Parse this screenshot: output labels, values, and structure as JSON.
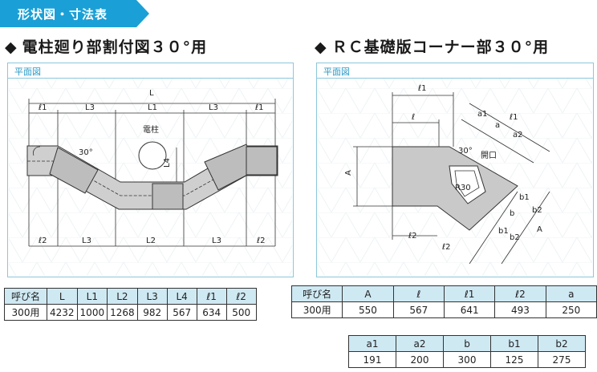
{
  "header": {
    "tag": "形状図・寸法表"
  },
  "left": {
    "title": "電柱廻り部割付図３０°用",
    "panel_label": "平面図",
    "labels": {
      "L": "L",
      "l1": "ℓ1",
      "L3": "L3",
      "L1": "L1",
      "pole": "電柱",
      "L4": "L4",
      "angle": "30°",
      "l2": "ℓ2",
      "L2": "L2"
    },
    "table": {
      "headers": [
        "呼び名",
        "L",
        "L1",
        "L2",
        "L3",
        "L4",
        "ℓ1",
        "ℓ2"
      ],
      "row": [
        "300用",
        "4232",
        "1000",
        "1268",
        "982",
        "567",
        "634",
        "500"
      ]
    }
  },
  "right": {
    "title": "ＲＣ基礎版コーナー部３０°用",
    "panel_label": "平面図",
    "labels": {
      "l1": "ℓ1",
      "l": "ℓ",
      "a1": "a1",
      "a": "a",
      "a2": "a2",
      "angle": "30°",
      "opening": "開口",
      "A": "A",
      "R": "R30",
      "b1": "b1",
      "b": "b",
      "b2": "b2",
      "l2": "ℓ2"
    },
    "table1": {
      "headers": [
        "呼び名",
        "A",
        "ℓ",
        "ℓ1",
        "ℓ2",
        "a"
      ],
      "row": [
        "300用",
        "550",
        "567",
        "641",
        "493",
        "250"
      ]
    },
    "table2": {
      "headers": [
        "a1",
        "a2",
        "b",
        "b1",
        "b2"
      ],
      "row": [
        "191",
        "200",
        "300",
        "125",
        "275"
      ]
    }
  },
  "colors": {
    "accent": "#1aa0d6",
    "panel_border": "#8cc7dc",
    "table_header": "#cfe9f3",
    "fill": "#cfcfcf"
  }
}
